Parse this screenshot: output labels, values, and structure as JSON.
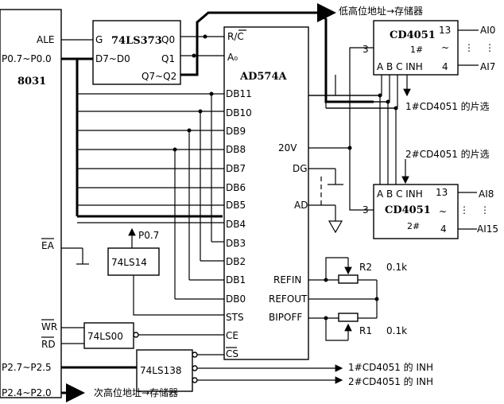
{
  "chip8031": {
    "name": "8031",
    "ale": "ALE",
    "p0": "P0.7~P0.0",
    "ea": "EA",
    "wr": "WR",
    "rd": "RD",
    "p2_high": "P2.7~P2.5",
    "p2_low": "P2.4~P2.0"
  },
  "latch": {
    "name": "74LS373",
    "g": "G",
    "d": "D7~D0",
    "q0": "Q0",
    "q1": "Q1",
    "q7q2": "Q7~Q2"
  },
  "adc": {
    "name": "AD574A",
    "rc": "R/C",
    "a0": "A₀",
    "db": [
      "DB11",
      "DB10",
      "DB9",
      "DB8",
      "DB7",
      "DB6",
      "DB5",
      "DB4",
      "DB3",
      "DB2",
      "DB1",
      "DB0"
    ],
    "sts": "STS",
    "ce": "CE",
    "cs": "CS",
    "vin": "20V",
    "dg": "DG",
    "ad": "AD",
    "refin": "REFIN",
    "refout": "REFOUT",
    "bipoff": "BIPOFF"
  },
  "inverter": {
    "name": "74LS14",
    "input": "P0.7"
  },
  "nand": {
    "name": "74LS00"
  },
  "decoder": {
    "name": "74LS138"
  },
  "mux1": {
    "name": "CD4051",
    "number": "1#",
    "pins": "A B C INH",
    "pin3": "3",
    "pin13": "13",
    "pin4": "4",
    "tilde": "~",
    "dots": "⋮",
    "ai_first": "AI0",
    "ai_last": "AI7"
  },
  "mux2": {
    "name": "CD4051",
    "number": "2#",
    "pins": "A B C INH",
    "pin3": "3",
    "pin13": "13",
    "pin4": "4",
    "tilde": "~",
    "dots": "⋮",
    "ai_first": "AI8",
    "ai_last": "AI15"
  },
  "resistors": {
    "r2": "R2",
    "r2_value": "0.1k",
    "r1": "R1",
    "r1_value": "0.1k"
  },
  "labels": {
    "low_address": "低高位地址→存储器",
    "next_address": "次高位地址→存储器",
    "cs1": "1#CD4051 的片选",
    "cs2": "2#CD4051 的片选",
    "inh1": "1#CD4051 的 INH",
    "inh2": "2#CD4051 的 INH"
  }
}
